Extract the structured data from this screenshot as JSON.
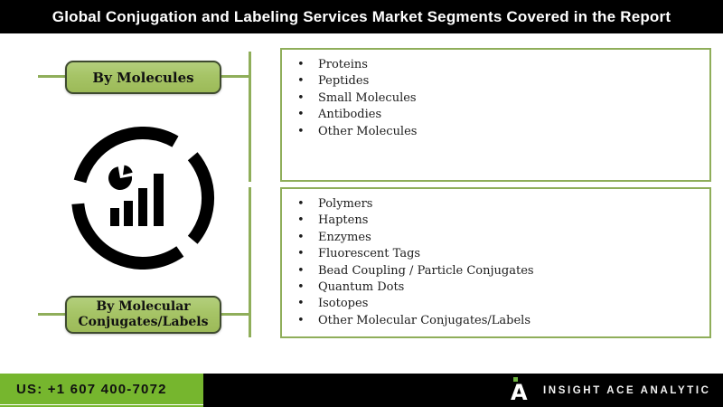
{
  "header": {
    "title": "Global Conjugation and Labeling Services Market Segments Covered in the Report"
  },
  "segments": [
    {
      "label": "By Molecules",
      "items": [
        "Proteins",
        "Peptides",
        "Small Molecules",
        "Antibodies",
        "Other Molecules"
      ]
    },
    {
      "label": "By Molecular Conjugates/Labels",
      "items": [
        "Polymers",
        "Haptens",
        "Enzymes",
        "Fluorescent Tags",
        "Bead Coupling / Particle Conjugates",
        "Quantum Dots",
        "Isotopes",
        "Other Molecular Conjugates/Labels"
      ]
    }
  ],
  "icons": {
    "center_logo": "pie-and-bar-chart-ring-icon",
    "brand_mark": "insight-ace-a-mark-icon"
  },
  "footer": {
    "phone": "US: +1 607 400-7072",
    "brand": "INSIGHT ACE ANALYTIC",
    "brand_letter": "A"
  },
  "colors": {
    "header_bg": "#000000",
    "header_text": "#ffffff",
    "node_fill": "#a6c466",
    "node_border": "#3e4a2f",
    "connector_green": "#8fae5a",
    "box_border": "#8fae5a",
    "footer_green": "#76b62e",
    "footer_black": "#000000",
    "logo_green": "#6db33f"
  }
}
